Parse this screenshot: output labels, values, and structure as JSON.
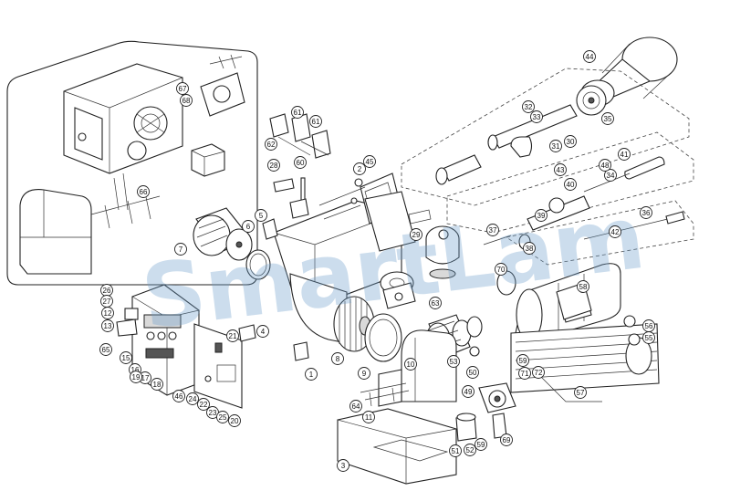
{
  "watermark": {
    "text": "SmartLam",
    "color": "#6fa0cc"
  },
  "callouts": [
    {
      "label": "1"
    },
    {
      "label": "2"
    },
    {
      "label": "3"
    },
    {
      "label": "4"
    },
    {
      "label": "5"
    },
    {
      "label": "6"
    },
    {
      "label": "7"
    },
    {
      "label": "8"
    },
    {
      "label": "9"
    },
    {
      "label": "10"
    },
    {
      "label": "11"
    },
    {
      "label": "12"
    },
    {
      "label": "13"
    },
    {
      "label": "15"
    },
    {
      "label": "16"
    },
    {
      "label": "17"
    },
    {
      "label": "18"
    },
    {
      "label": "19"
    },
    {
      "label": "20"
    },
    {
      "label": "21"
    },
    {
      "label": "22"
    },
    {
      "label": "23"
    },
    {
      "label": "24"
    },
    {
      "label": "25"
    },
    {
      "label": "26"
    },
    {
      "label": "27"
    },
    {
      "label": "28"
    },
    {
      "label": "29"
    },
    {
      "label": "30"
    },
    {
      "label": "31"
    },
    {
      "label": "32"
    },
    {
      "label": "33"
    },
    {
      "label": "34"
    },
    {
      "label": "35"
    },
    {
      "label": "36"
    },
    {
      "label": "37"
    },
    {
      "label": "38"
    },
    {
      "label": "39"
    },
    {
      "label": "40"
    },
    {
      "label": "41"
    },
    {
      "label": "42"
    },
    {
      "label": "43"
    },
    {
      "label": "44"
    },
    {
      "label": "45"
    },
    {
      "label": "46"
    },
    {
      "label": "48"
    },
    {
      "label": "49"
    },
    {
      "label": "50"
    },
    {
      "label": "51"
    },
    {
      "label": "52"
    },
    {
      "label": "53"
    },
    {
      "label": "55"
    },
    {
      "label": "56"
    },
    {
      "label": "57"
    },
    {
      "label": "58"
    },
    {
      "label": "59"
    },
    {
      "label": "59"
    },
    {
      "label": "60"
    },
    {
      "label": "61"
    },
    {
      "label": "61"
    },
    {
      "label": "62"
    },
    {
      "label": "63"
    },
    {
      "label": "64"
    },
    {
      "label": "65"
    },
    {
      "label": "66"
    },
    {
      "label": "67"
    },
    {
      "label": "68"
    },
    {
      "label": "69"
    },
    {
      "label": "70"
    },
    {
      "label": "71"
    },
    {
      "label": "72"
    }
  ]
}
